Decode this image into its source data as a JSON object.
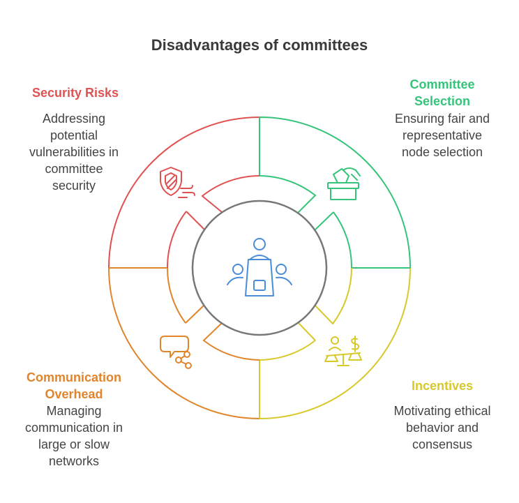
{
  "title": "Disadvantages of committees",
  "colors": {
    "security": "#e05252",
    "selection": "#35c47a",
    "incentives": "#d8c92b",
    "communication": "#e0852b",
    "center": "#777777",
    "icon": "#4a8cd8"
  },
  "sections": {
    "security": {
      "label": "Security Risks",
      "desc": [
        "Addressing",
        "potential",
        "vulnerabilities in",
        "committee",
        "security"
      ],
      "icon": "shield-wind-icon"
    },
    "selection": {
      "label": [
        "Committee",
        "Selection"
      ],
      "desc": [
        "Ensuring fair and",
        "representative",
        "node selection"
      ],
      "icon": "ballot-box-icon"
    },
    "incentives": {
      "label": "Incentives",
      "desc": [
        "Motivating ethical",
        "behavior and",
        "consensus"
      ],
      "icon": "scale-dollar-icon"
    },
    "communication": {
      "label": [
        "Communication",
        "Overhead"
      ],
      "desc": [
        "Managing",
        "communication in",
        "large or slow",
        "networks"
      ],
      "icon": "chat-share-icon"
    }
  },
  "center_icon": "meeting-table-icon"
}
